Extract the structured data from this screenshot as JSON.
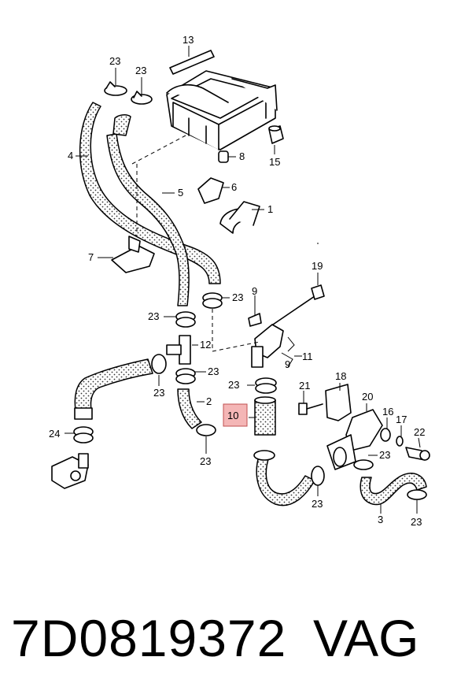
{
  "callouts": {
    "c1": "1",
    "c2": "2",
    "c3": "3",
    "c4": "4",
    "c5": "5",
    "c6": "6",
    "c7": "7",
    "c8": "8",
    "c9a": "9",
    "c9b": "9",
    "c10": "10",
    "c11": "11",
    "c12": "12",
    "c13": "13",
    "c15": "15",
    "c16": "16",
    "c17": "17",
    "c18": "18",
    "c19": "19",
    "c20": "20",
    "c21": "21",
    "c22": "22",
    "c23": "23",
    "c24": "24"
  },
  "highlight_color": "#f4b6b6",
  "footer": {
    "part_number": "7D0819372",
    "brand": "VAG"
  }
}
